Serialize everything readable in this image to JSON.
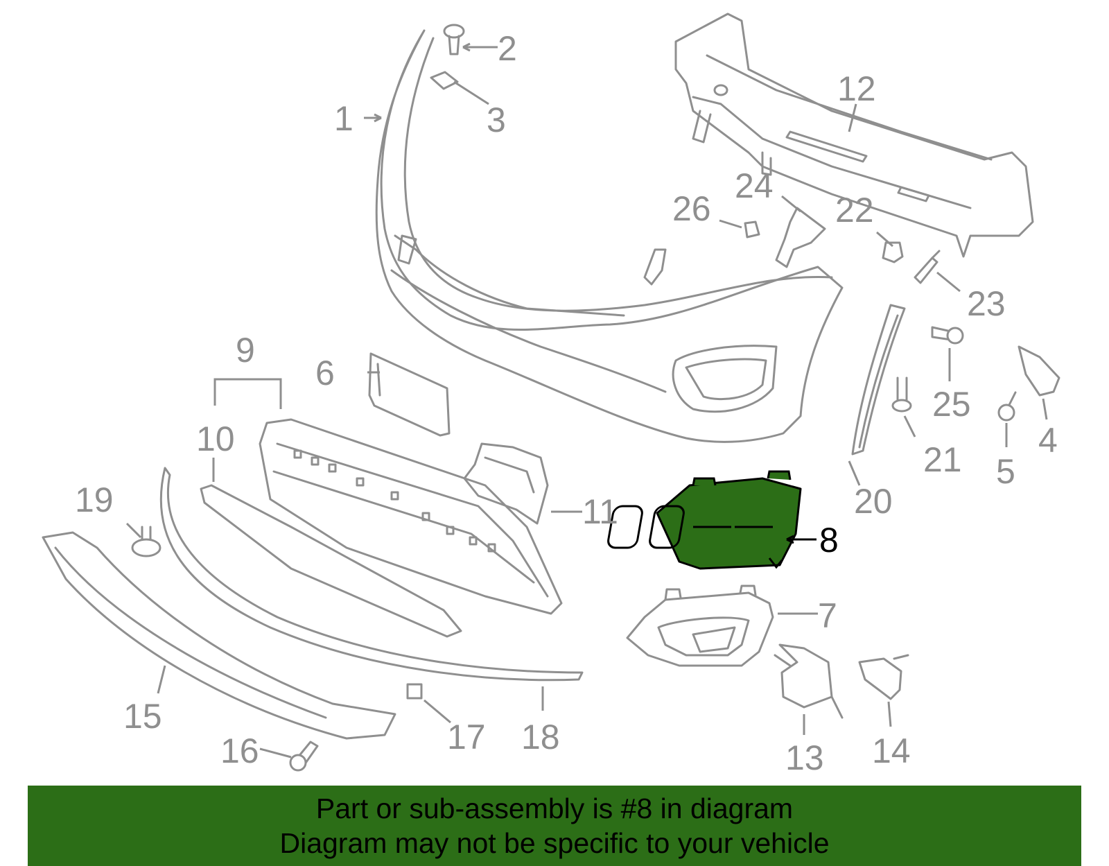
{
  "colors": {
    "part_stroke": "#8f8f8f",
    "highlight_fill": "#2c6e17",
    "banner_bg": "#2c6e17",
    "text_dark": "#000000"
  },
  "highlighted_part": "8",
  "callouts": {
    "c1": "1",
    "c2": "2",
    "c3": "3",
    "c4": "4",
    "c5": "5",
    "c6": "6",
    "c7": "7",
    "c8": "8",
    "c9": "9",
    "c10": "10",
    "c11": "11",
    "c12": "12",
    "c13": "13",
    "c14": "14",
    "c15": "15",
    "c16": "16",
    "c17": "17",
    "c18": "18",
    "c19": "19",
    "c20": "20",
    "c21": "21",
    "c22": "22",
    "c23": "23",
    "c24": "24",
    "c25": "25",
    "c26": "26"
  },
  "banner": {
    "line1": "Part or sub-assembly is #8 in diagram",
    "line2": "Diagram may not be specific to your vehicle"
  }
}
